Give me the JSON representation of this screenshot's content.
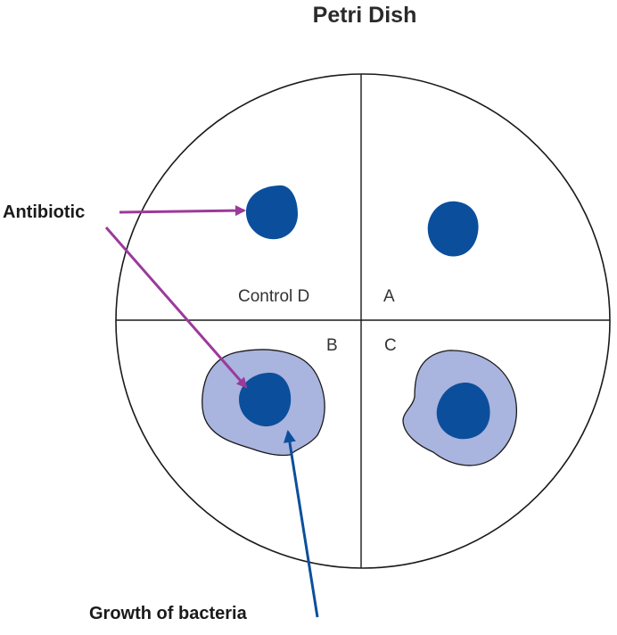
{
  "title": "Petri Dish",
  "quadrants": {
    "top_left": "Control D",
    "top_right": "A",
    "bottom_left": "B",
    "bottom_right": "C"
  },
  "callouts": {
    "antibiotic": "Antibiotic",
    "growth": "Growth of bacteria"
  },
  "colors": {
    "antibiotic_disc": "#0b4f9c",
    "bacterial_growth": "#a9b4df",
    "antibiotic_arrow": "#9b3a9b",
    "growth_arrow": "#0b4f9c",
    "dish_outline": "#1a1a1a"
  }
}
